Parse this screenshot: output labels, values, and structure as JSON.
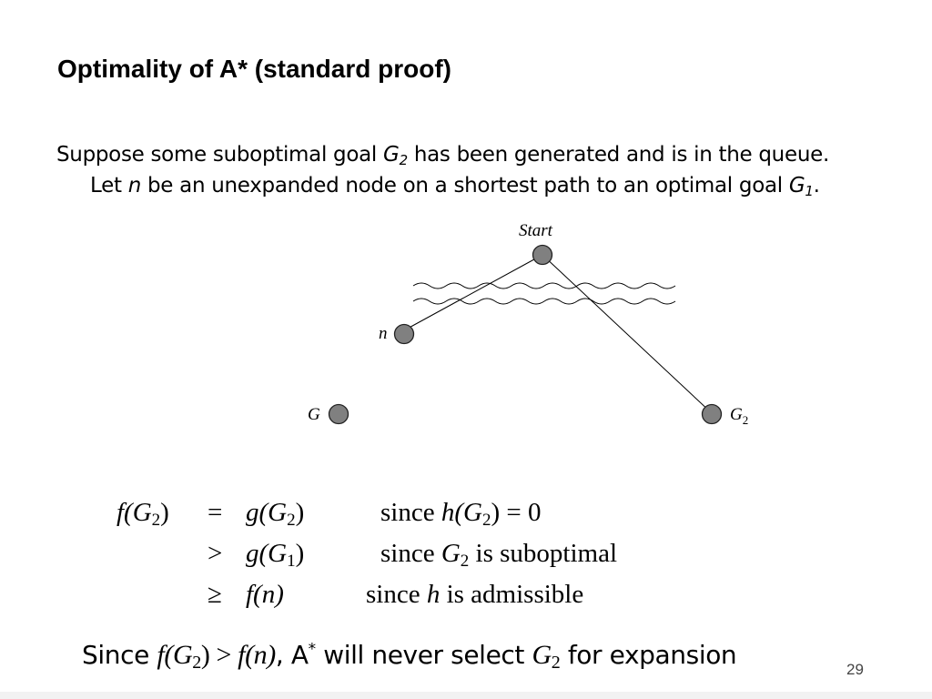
{
  "slide": {
    "title": "Optimality of A* (standard proof)",
    "page_number": "29"
  },
  "body": {
    "part1": "Suppose some suboptimal goal ",
    "g2_letter": "G",
    "g2_sub": "2",
    "part2": " has been generated and is in the queue.  Let ",
    "n_letter": "n",
    "part3": " be an unexpanded node on a shortest path to an optimal goal ",
    "g1_letter": "G",
    "g1_sub": "1",
    "part4": "."
  },
  "diagram": {
    "start_label": "Start",
    "n_label": "n",
    "g_label": "G",
    "g2_label": "G",
    "g2_sub": "2"
  },
  "proof": {
    "row1": {
      "lhs": "f(G",
      "lhs_sub": "2",
      "lhs_end": ")",
      "op": "=",
      "rhs": "g(G",
      "rhs_sub": "2",
      "rhs_end": ")",
      "reason_a": "since ",
      "reason_m": "h(G",
      "reason_sub": "2",
      "reason_b": ") = 0"
    },
    "row2": {
      "op": ">",
      "rhs": "g(G",
      "rhs_sub": "1",
      "rhs_end": ")",
      "reason_a": "since ",
      "reason_m": "G",
      "reason_sub": "2",
      "reason_b": " is suboptimal"
    },
    "row3": {
      "op": "≥",
      "rhs": "f(n)",
      "reason_a": "since ",
      "reason_m": "h",
      "reason_b": " is admissible"
    }
  },
  "conclusion": {
    "since": "Since ",
    "expr_a": "f(G",
    "expr_sub": "2",
    "expr_b": ") > ",
    "expr_c": "f(n)",
    "comma": ",  ",
    "astar": "A",
    "astar_sup": "*",
    "middle": " will never select ",
    "g": "G",
    "g_sub": "2",
    "end": " for expansion"
  }
}
